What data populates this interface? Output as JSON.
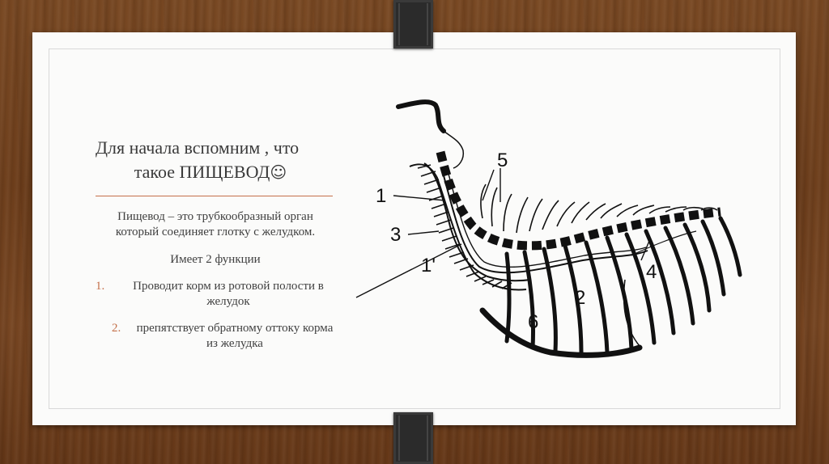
{
  "slide": {
    "title_line1": "Для начала вспомним , что",
    "title_line2": "такое ПИЩЕВОД",
    "smiley": "☺",
    "definition": "Пищевод – это трубкообразный орган который соединяет глотку с желудком.",
    "functions_intro": "Имеет 2 функции",
    "list": [
      {
        "number": "1.",
        "text": "Проводит корм из ротовой полости в желудок"
      },
      {
        "number": "2.",
        "text": "препятствует обратному оттоку корма из желудка"
      }
    ]
  },
  "diagram": {
    "labels": [
      "1",
      "3",
      "1'",
      "5",
      "2",
      "4",
      "6"
    ]
  },
  "colors": {
    "accent": "#c4704a",
    "text": "#404040",
    "slide_bg": "#fbfbfa"
  }
}
